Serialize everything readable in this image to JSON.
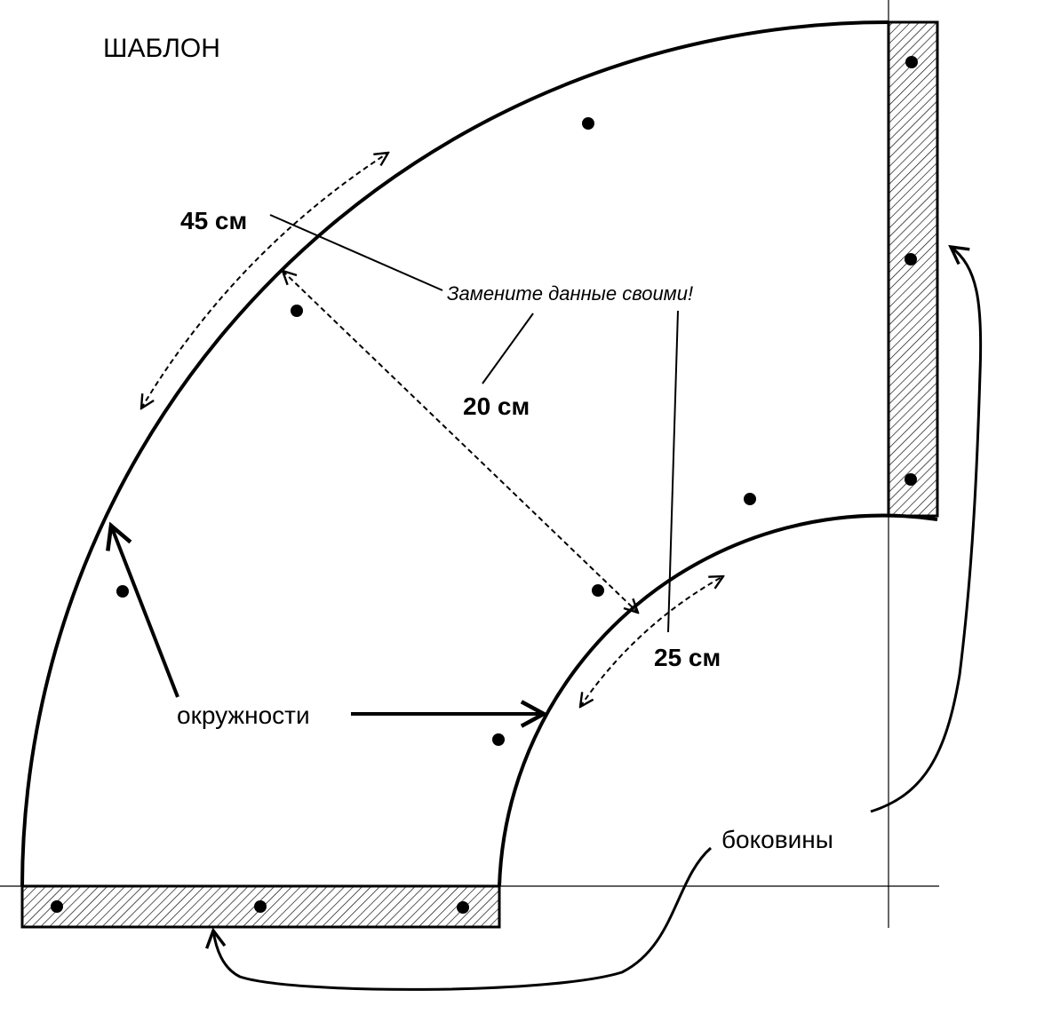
{
  "title": "ШАБЛОН",
  "dimensions": {
    "outer_arc": "45 см",
    "width": "20 см",
    "inner_arc": "25 см"
  },
  "note": "Замените данные своими!",
  "labels": {
    "circles": "окружности",
    "sides": "боковины"
  },
  "colors": {
    "line": "#000000",
    "background": "#ffffff"
  }
}
